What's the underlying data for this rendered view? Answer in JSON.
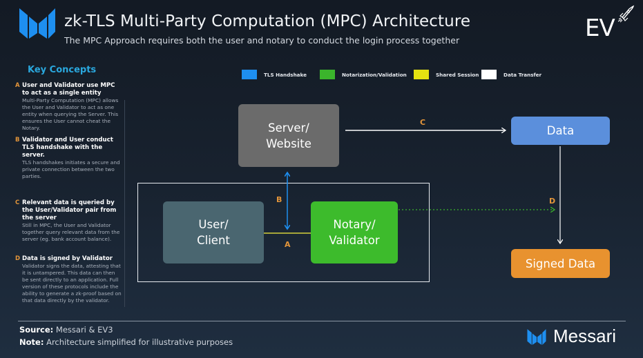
{
  "header": {
    "title": "zk-TLS Multi-Party Computation (MPC) Architecture",
    "subtitle": "The MPC Approach requires both the user and notary to conduct the login process together",
    "brand_logo_icon": "messari-m-logo-icon",
    "partner_logo_text": "EV",
    "partner_logo_icon": "rocket-icon"
  },
  "key_concepts": {
    "title": "Key Concepts",
    "items": [
      {
        "letter": "A",
        "heading": "User and Validator use MPC to act as a single entity",
        "body": "Multi-Party Computation (MPC) allows the User and Validator to act as one entity when querying the Server. This ensures the User cannot cheat the Notary."
      },
      {
        "letter": "B",
        "heading": "Validator and User conduct TLS handshake with the server.",
        "body": "TLS handshakes initiates a secure and private connection between the two parties."
      },
      {
        "letter": "C",
        "heading": "Relevant data is queried by the User/Validator pair from the server",
        "body": "Still in MPC, the User and Validator together query relevant data from the server (eg. bank account balance)."
      },
      {
        "letter": "D",
        "heading": "Data is signed by Validator",
        "body": "Validator signs the data, attesting that it is untampered. This data can then be sent directly to an application. Full version of these protocols include the ability to generate a zk-proof based on that data directly by the validator."
      }
    ]
  },
  "legend": [
    {
      "label": "TLS Handshake",
      "color": "#1e8ff0"
    },
    {
      "label": "Notarization/Validation",
      "color": "#3bb52c"
    },
    {
      "label": "Shared Session",
      "color": "#e5e311"
    },
    {
      "label": "Data Transfer",
      "color": "#ffffff"
    }
  ],
  "diagram": {
    "nodes": {
      "server": {
        "line1": "Server/",
        "line2": "Website",
        "color": "#6b6b6b"
      },
      "user": {
        "line1": "User/",
        "line2": "Client",
        "color": "#4a6670"
      },
      "notary": {
        "line1": "Notary/",
        "line2": "Validator",
        "color": "#3dbb2c"
      },
      "data": {
        "label": "Data",
        "color": "#5b8fdc"
      },
      "signed": {
        "label": "Signed Data",
        "color": "#e8922f"
      }
    },
    "edges": [
      {
        "label": "A",
        "from": "user",
        "to": "notary",
        "type": "Shared Session"
      },
      {
        "label": "B",
        "from": "server",
        "to": "mpc-pair",
        "type": "TLS Handshake",
        "bidirectional": true
      },
      {
        "label": "C",
        "from": "server",
        "to": "data",
        "type": "Data Transfer"
      },
      {
        "label": "D",
        "from": "notary",
        "to": "signed",
        "type": "Notarization/Validation",
        "style": "dotted"
      },
      {
        "label": "",
        "from": "data",
        "to": "signed",
        "type": "Data Transfer"
      }
    ],
    "step_label_color": "#e3953a"
  },
  "footer": {
    "source_label": "Source:",
    "source_value": " Messari & EV3",
    "note_label": "Note:",
    "note_value": " Architecture simplified for illustrative purposes",
    "brand_name": "Messari"
  }
}
